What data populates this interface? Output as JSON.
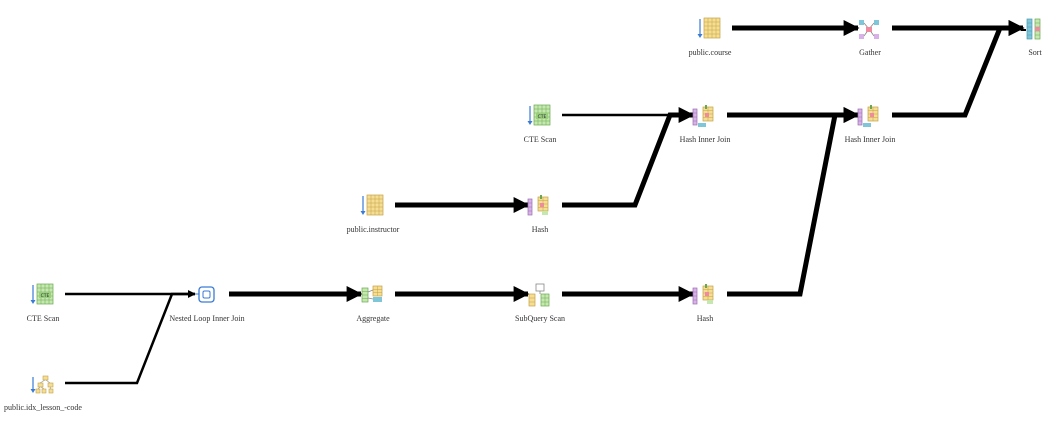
{
  "diagram": {
    "title": "",
    "nodes": [
      {
        "id": "course",
        "label": "public.course",
        "icon": "table-scan-icon"
      },
      {
        "id": "gather",
        "label": "Gather",
        "icon": "gather-icon"
      },
      {
        "id": "sort",
        "label": "Sort",
        "icon": "sort-icon"
      },
      {
        "id": "cte_top",
        "label": "CTE Scan",
        "icon": "cte-scan-icon"
      },
      {
        "id": "hij1",
        "label": "Hash Inner Join",
        "icon": "hash-join-icon"
      },
      {
        "id": "hij2",
        "label": "Hash Inner Join",
        "icon": "hash-join-icon"
      },
      {
        "id": "instructor",
        "label": "public.instructor",
        "icon": "table-scan-icon"
      },
      {
        "id": "hash_top",
        "label": "Hash",
        "icon": "hash-icon"
      },
      {
        "id": "cte_bottom",
        "label": "CTE Scan",
        "icon": "cte-scan-icon"
      },
      {
        "id": "nested",
        "label": "Nested Loop Inner Join",
        "icon": "nested-loop-icon"
      },
      {
        "id": "aggregate",
        "label": "Aggregate",
        "icon": "aggregate-icon"
      },
      {
        "id": "subquery",
        "label": "SubQuery Scan",
        "icon": "subquery-scan-icon"
      },
      {
        "id": "hash_bottom",
        "label": "Hash",
        "icon": "hash-icon"
      },
      {
        "id": "idx",
        "label": "public.idx_lesson_-code",
        "icon": "index-scan-icon"
      }
    ],
    "edges": [
      {
        "from": "course",
        "to": "gather"
      },
      {
        "from": "gather",
        "to": "sort"
      },
      {
        "from": "hij2",
        "to": "sort"
      },
      {
        "from": "cte_top",
        "to": "hij1"
      },
      {
        "from": "hash_top",
        "to": "hij1"
      },
      {
        "from": "hij1",
        "to": "hij2"
      },
      {
        "from": "hash_bottom",
        "to": "hij2"
      },
      {
        "from": "instructor",
        "to": "hash_top"
      },
      {
        "from": "cte_bottom",
        "to": "nested"
      },
      {
        "from": "idx",
        "to": "nested"
      },
      {
        "from": "nested",
        "to": "aggregate"
      },
      {
        "from": "aggregate",
        "to": "subquery"
      },
      {
        "from": "subquery",
        "to": "hash_bottom"
      }
    ]
  }
}
